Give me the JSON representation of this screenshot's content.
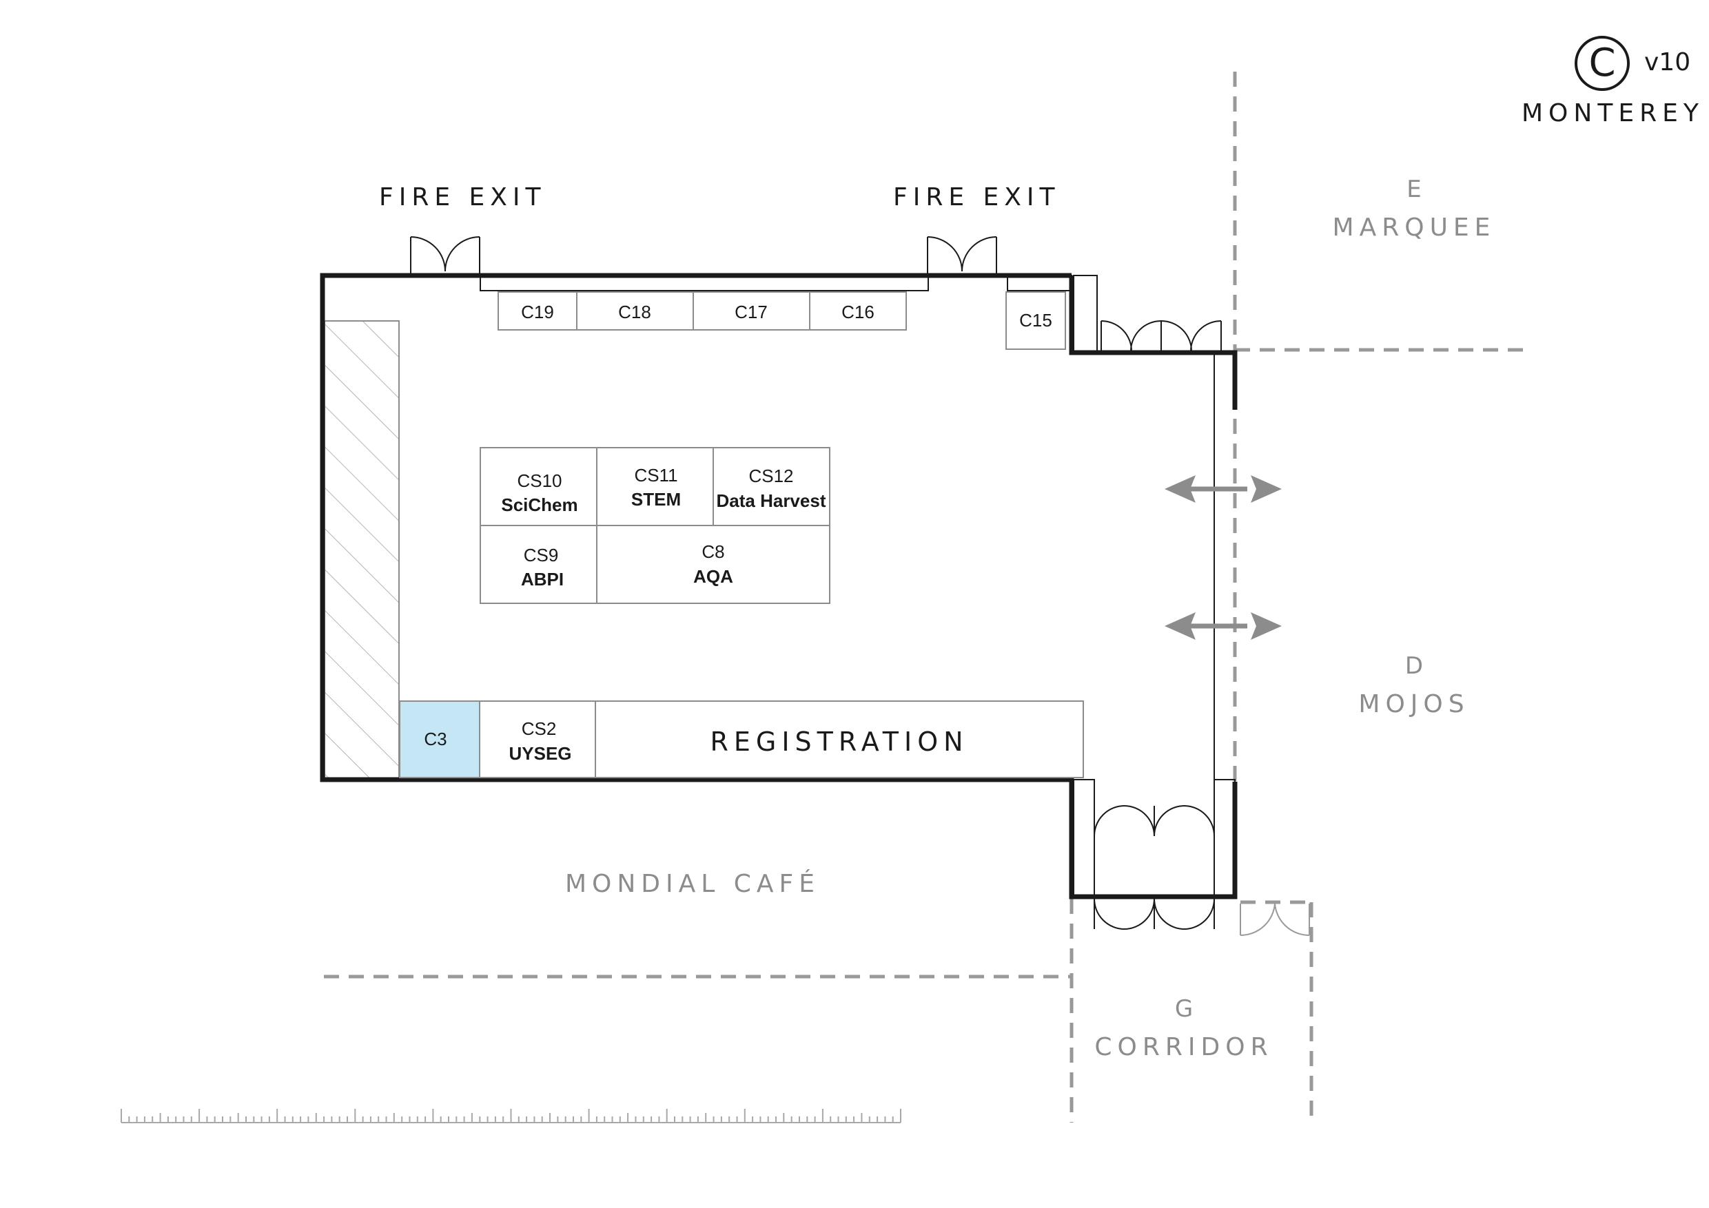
{
  "brand": {
    "logo_letter": "C",
    "version": "v10",
    "venue": "MONTEREY"
  },
  "exits": [
    {
      "label": "FIRE EXIT"
    },
    {
      "label": "FIRE EXIT"
    }
  ],
  "adjacent_areas": {
    "marquee": {
      "letter": "E",
      "name": "MARQUEE"
    },
    "mojos": {
      "letter": "D",
      "name": "MOJOS"
    },
    "corridor": {
      "letter": "G",
      "name": "CORRIDOR"
    },
    "cafe": {
      "name": "MONDIAL CAFÉ"
    }
  },
  "stands": {
    "c19": {
      "code": "C19"
    },
    "c18": {
      "code": "C18"
    },
    "c17": {
      "code": "C17"
    },
    "c16": {
      "code": "C16"
    },
    "c15": {
      "code": "C15"
    },
    "cs10": {
      "code": "CS10",
      "exhibitor": "SciChem"
    },
    "cs11": {
      "code": "CS11",
      "exhibitor": "STEM"
    },
    "cs12": {
      "code": "CS12",
      "exhibitor": "Data Harvest"
    },
    "cs9": {
      "code": "CS9",
      "exhibitor": "ABPI"
    },
    "c8": {
      "code": "C8",
      "exhibitor": "AQA"
    },
    "c3": {
      "code": "C3"
    },
    "cs2": {
      "code": "CS2",
      "exhibitor": "UYSEG"
    }
  },
  "registration": {
    "label": "REGISTRATION"
  },
  "colors": {
    "wall": "#1a1a1a",
    "stand_border": "#8c8c8c",
    "highlight_stand": "#c4e6f5",
    "dashed_boundary": "#999999",
    "arrow": "#8c8c8c"
  }
}
